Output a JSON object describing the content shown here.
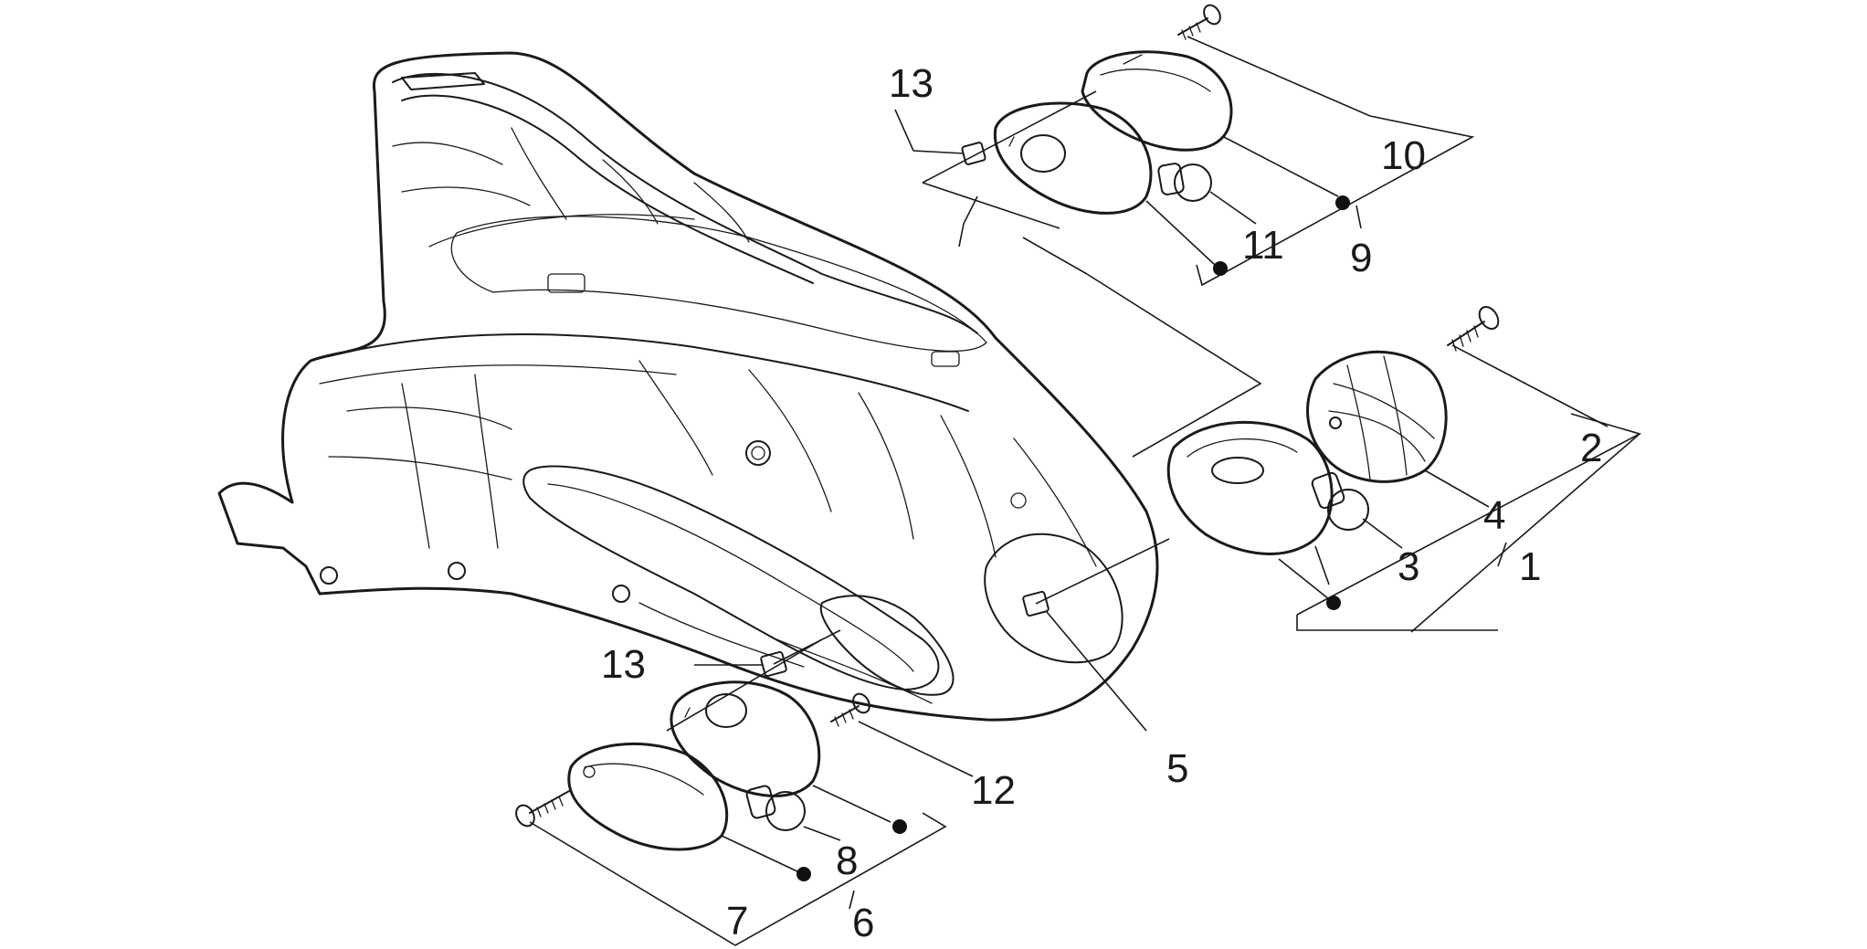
{
  "diagram": {
    "callouts": [
      "1",
      "2",
      "3",
      "4",
      "5",
      "6",
      "7",
      "8",
      "9",
      "10",
      "11",
      "12",
      "13",
      "13"
    ]
  }
}
